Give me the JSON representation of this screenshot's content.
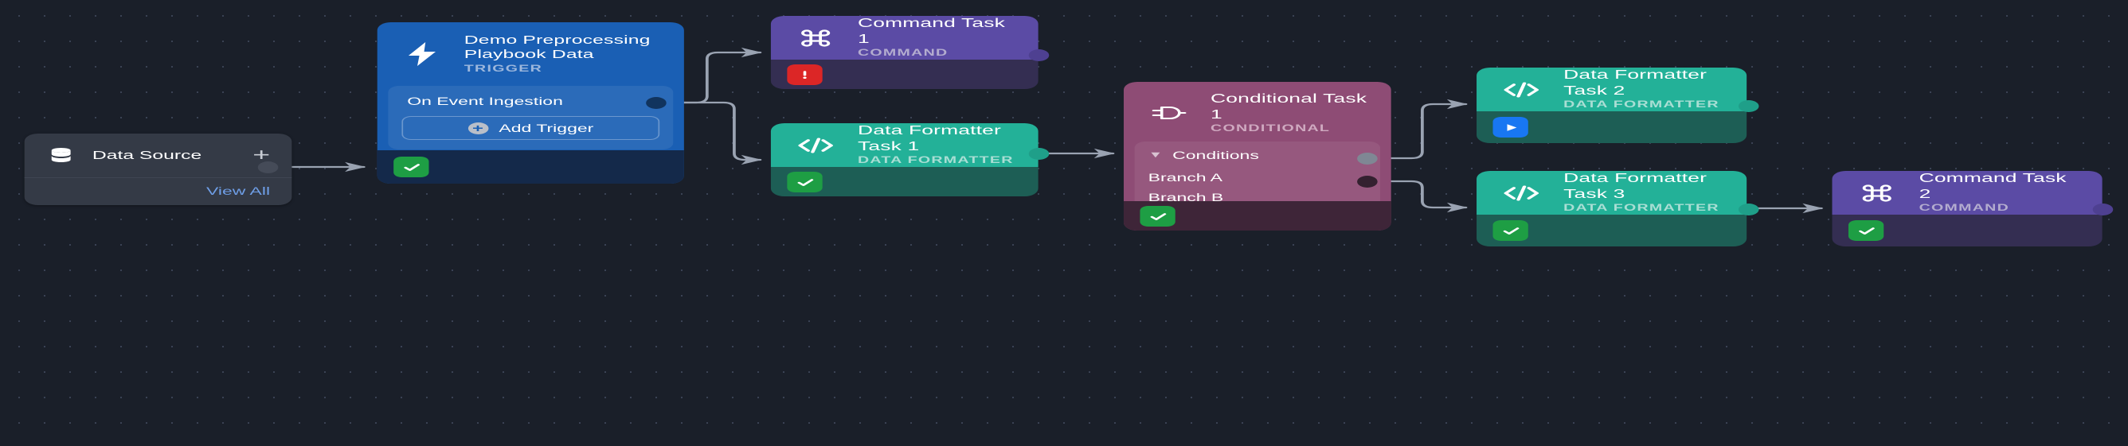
{
  "canvas": {
    "background_color": "#1a1f29",
    "grid_dot_color": "#3a4254",
    "edge_color": "#9aa3b2"
  },
  "data_source": {
    "title": "Data Source",
    "add_label": "+",
    "view_all_label": "View All",
    "icon": "database-icon",
    "accent": "#6f9fe8"
  },
  "trigger": {
    "title": "Demo Preprocessing\nPlaybook Data",
    "subtitle": "TRIGGER",
    "icon": "lightning-bolt-icon",
    "event_row": "On Event Ingestion",
    "add_trigger_label": "Add Trigger",
    "status": "success",
    "color": "#1a5fb4"
  },
  "nodes": [
    {
      "id": "command-task-1",
      "title": "Command Task 1",
      "subtitle": "COMMAND",
      "icon": "command-key-icon",
      "status": "error",
      "color": "#5b4ba5",
      "body_color": "#342e52"
    },
    {
      "id": "data-formatter-task-1",
      "title": "Data Formatter Task 1",
      "subtitle": "DATA FORMATTER",
      "icon": "code-brackets-icon",
      "status": "success",
      "color": "#23b198",
      "body_color": "#1d5e55"
    },
    {
      "id": "conditional-task-1",
      "title": "Conditional Task 1",
      "subtitle": "CONDITIONAL",
      "icon": "logic-gate-icon",
      "status": "success",
      "color": "#8e4c75",
      "body_color": "#3e2538",
      "conditions_label": "Conditions",
      "branches": [
        "Branch A",
        "Branch B"
      ]
    },
    {
      "id": "data-formatter-task-2",
      "title": "Data Formatter Task 2",
      "subtitle": "DATA FORMATTER",
      "icon": "code-brackets-icon",
      "status": "running",
      "color": "#23b198",
      "body_color": "#1d5e55"
    },
    {
      "id": "data-formatter-task-3",
      "title": "Data Formatter Task 3",
      "subtitle": "DATA FORMATTER",
      "icon": "code-brackets-icon",
      "status": "success",
      "color": "#23b198",
      "body_color": "#1d5e55"
    },
    {
      "id": "command-task-2",
      "title": "Command Task 2",
      "subtitle": "COMMAND",
      "icon": "command-key-icon",
      "status": "success",
      "color": "#5b4ba5",
      "body_color": "#342e52"
    }
  ],
  "status_colors": {
    "success": "#1e9e44",
    "error": "#dc2626",
    "running": "#1877f2"
  }
}
